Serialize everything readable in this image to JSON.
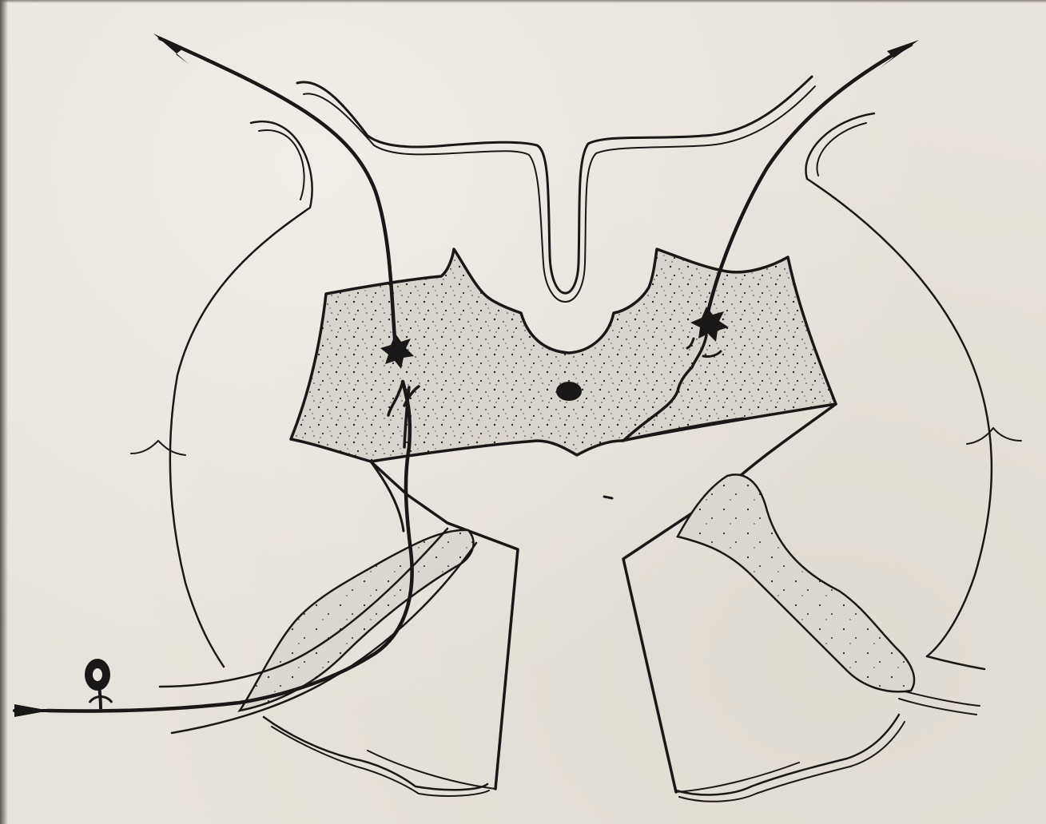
{
  "figure": {
    "subject": "spinal-cord-cross-section",
    "elements": [
      "white-matter-outline",
      "grey-matter",
      "central-canal",
      "dorsal-root",
      "dorsal-root-ganglion",
      "ventral-horn",
      "dorsal-horn",
      "ascending-axon-left",
      "ascending-axon-right",
      "incoming-sensory-fiber"
    ],
    "colors": {
      "ink": "#1a1816",
      "paper": "#e8e3da",
      "grey_matter_fill": "#d6d1c8"
    }
  }
}
